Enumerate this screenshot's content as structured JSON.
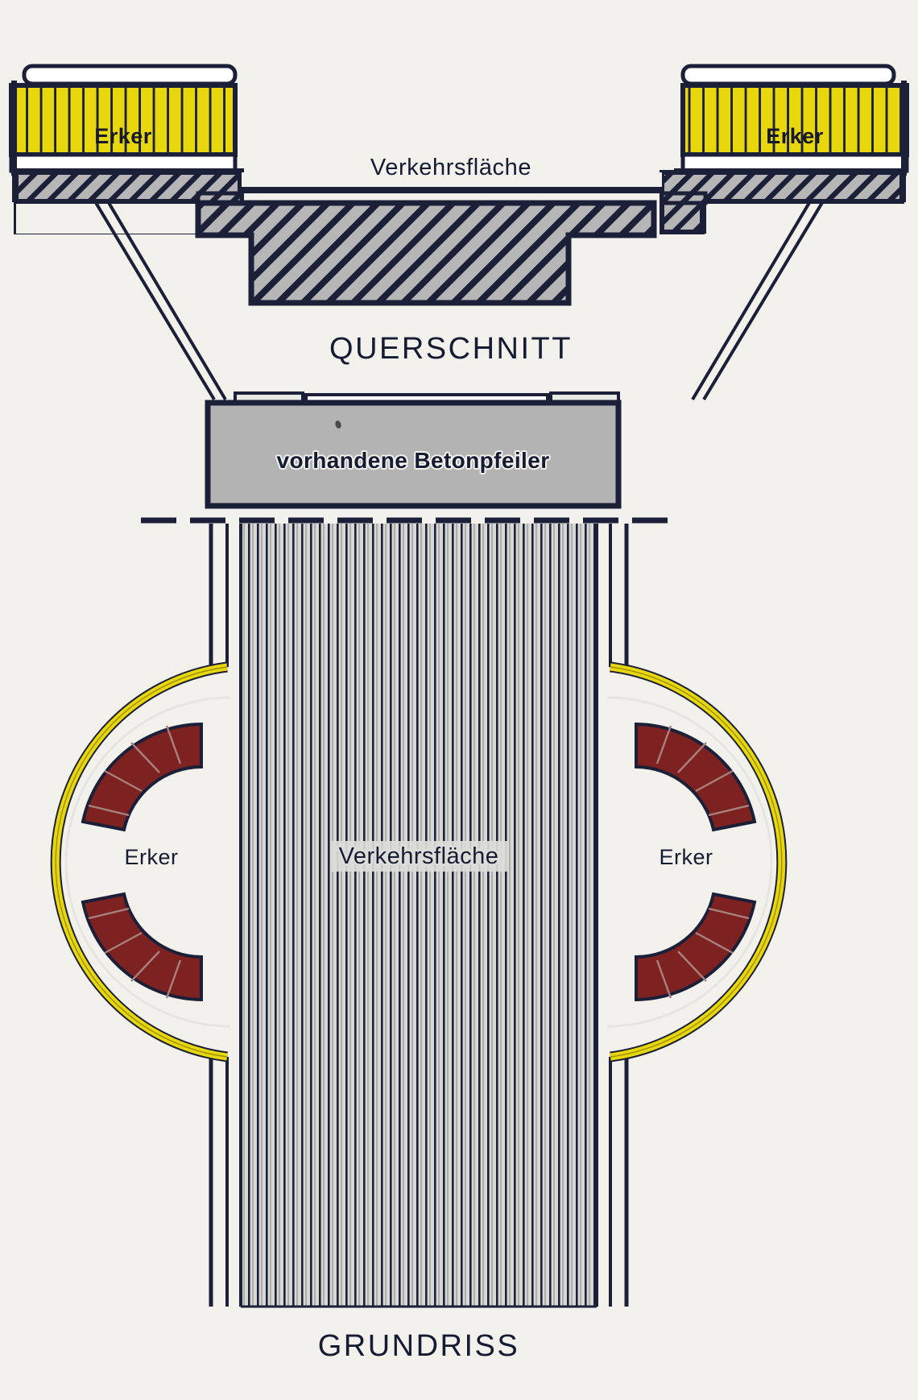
{
  "drawing": {
    "title_section": "QUERSCHNITT",
    "title_plan": "GRUNDRISS",
    "paper_color": "#f2f1ec",
    "ink_color": "#16182c",
    "accent_yellow": "#e8d70c",
    "accent_darkred": "#7d2220",
    "concrete_gray": "#b3b3b3",
    "deck_gray": "#b8b8b8"
  },
  "section": {
    "label_erker_left": "Erker",
    "label_erker_right": "Erker",
    "label_traffic_area": "Verkehrsfläche",
    "label_pier": "vorhandene Betonpfeiler",
    "view_title": "QUERSCHNITT"
  },
  "plan": {
    "label_erker_left": "Erker",
    "label_erker_right": "Erker",
    "label_traffic_area": "Verkehrsfläche",
    "view_title": "GRUNDRISS"
  }
}
